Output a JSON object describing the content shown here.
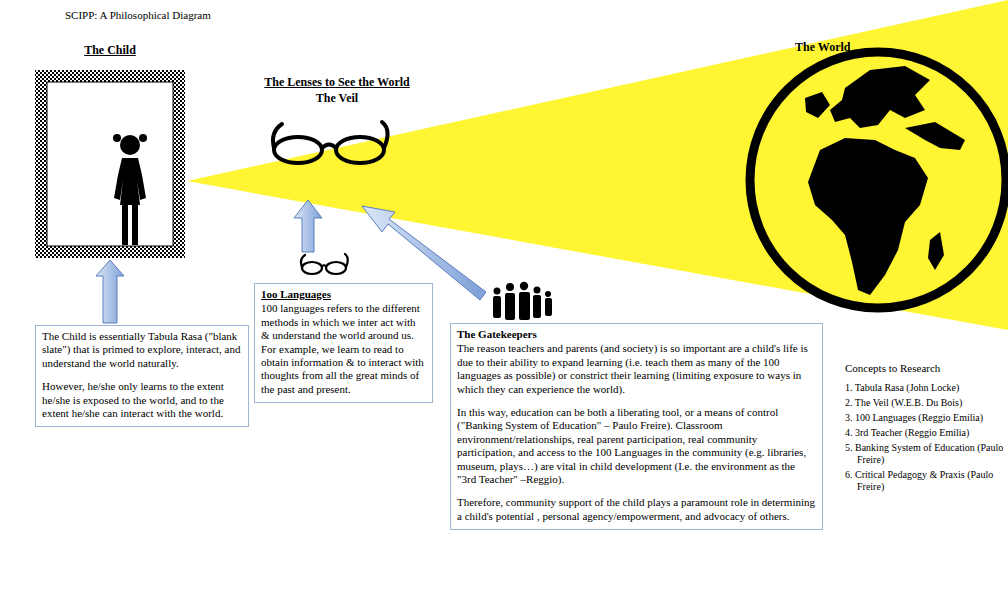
{
  "diagram": {
    "title": "SCIPP: A Philosophical Diagram",
    "nodes": [
      {
        "text": [
          "The Child"
        ]
      },
      {
        "text": [
          "The Child is essentially Tabula Rasa (\"blank slate\") that is primed to explore, interact, and understand the world naturally.",
          "However, he/she only learns to the extent he/she is exposed to the world, and to the extent he/she can interact with the world."
        ]
      },
      {
        "text": [
          "1oo Languages",
          "100 languages refers to the different methods in which we inter act with & understand the world around us. For example, we learn to read to obtain information & to interact with thoughts from all the great minds of the past and present."
        ]
      },
      {
        "text": [
          "The Gatekeepers",
          "The reason teachers and parents (and society) is so important are a child's life is due to their ability to expand learning (i.e. teach them as many of the 100 languages as possible) or constrict their learning (limiting exposure to ways in which they can experience the world).",
          "In this way, education can be both a liberating tool, or a means of control (\"Banking System of Education\" – Paulo Freire). Classroom environment/relationships, real parent participation, real community participation, and access to the 100 Languages in the community (e.g. libraries, museum, plays…) are vital in child development (I.e. the environment as the \"3rd Teacher\" –Reggio).",
          "Therefore, community support of the child plays a paramount role in determining a child's potential , personal agency/empowerment, and advocacy of others."
        ]
      }
    ],
    "edges": [
      {
        "from": 1,
        "to": 0,
        "arrow": "to"
      }
    ],
    "labels": [
      "The Lenses to See the World",
      "The Veil",
      "The World",
      "Concepts to Research",
      "1. Tabula Rasa (John Locke)",
      "2. The Veil (W.E.B. Du Bois)",
      "3. 100 Languages (Reggio Emilia)",
      "4. 3rd Teacher (Reggio Emilia)",
      "5. Banking System of Education (Paulo Freire)",
      "6. Critical Pedagogy & Praxis (Paulo Freire)"
    ]
  }
}
